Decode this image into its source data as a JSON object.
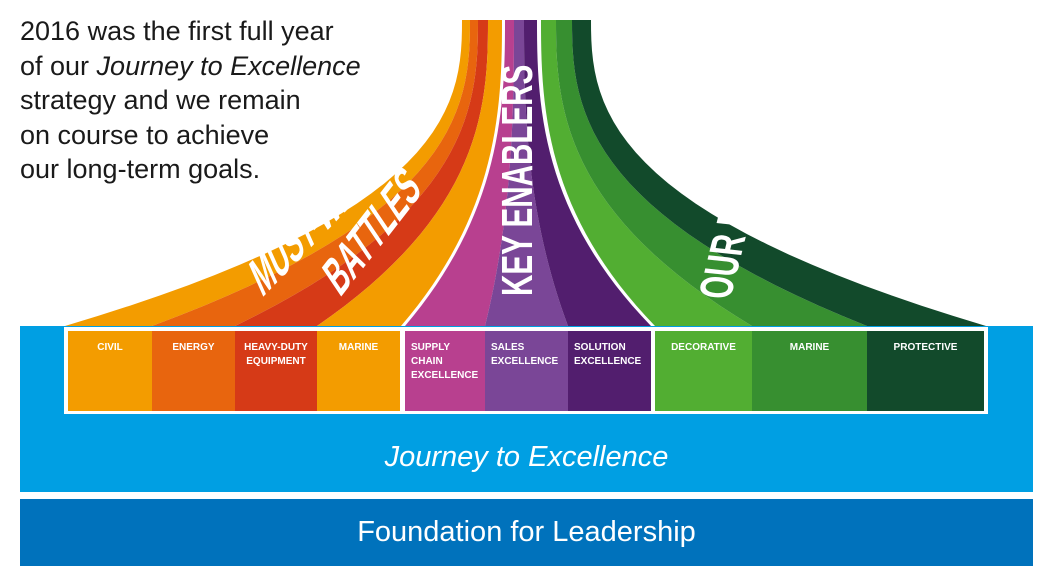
{
  "intro": {
    "line1": "2016 was the first full year",
    "line2a": "of our ",
    "line2b": "Journey to Excellence",
    "line3": "strategy and we remain",
    "line4": "on course to achieve",
    "line5": "our long-term goals."
  },
  "road": {
    "must_win_1": "MUST-WIN",
    "must_win_2": "BATTLES",
    "key_enablers": "KEY ENABLERS",
    "our_business": "OUR BUSINESS"
  },
  "colors": {
    "orange": "#f39c00",
    "dark_orange": "#e8650e",
    "red": "#d63a17",
    "magenta": "#b8408f",
    "violet": "#7a4697",
    "purple": "#521e6e",
    "green": "#52ae32",
    "mid_green": "#378f30",
    "dark_green": "#124a2b",
    "light_blue": "#009fe3",
    "blue": "#0072bc"
  },
  "boxes": [
    {
      "label": "CIVIL",
      "color": "#f39c00"
    },
    {
      "label": "ENERGY",
      "color": "#e8650e"
    },
    {
      "label": "HEAVY-DUTY EQUIPMENT",
      "color": "#d63a17"
    },
    {
      "label": "MARINE",
      "color": "#f39c00"
    },
    {
      "label": "SUPPLY CHAIN EXCELLENCE",
      "color": "#b8408f"
    },
    {
      "label": "SALES EXCELLENCE",
      "color": "#7a4697"
    },
    {
      "label": "SOLUTION EXCELLENCE",
      "color": "#521e6e"
    },
    {
      "label": "DECORATIVE",
      "color": "#52ae32"
    },
    {
      "label": "MARINE",
      "color": "#378f30"
    },
    {
      "label": "PROTECTIVE",
      "color": "#124a2b"
    }
  ],
  "bands": {
    "journey": "Journey to Excellence",
    "foundation": "Foundation for Leadership"
  }
}
